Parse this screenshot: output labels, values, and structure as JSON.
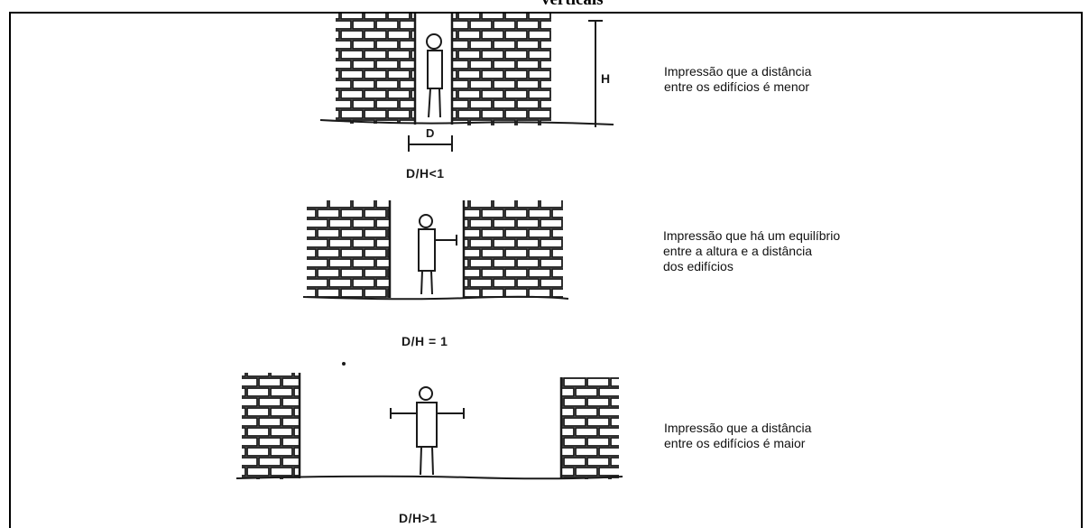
{
  "header": {
    "title": "verticais"
  },
  "panels": [
    {
      "ratio_label": "D/H<1",
      "dim_height": "H",
      "dim_width": "D",
      "caption_lines": [
        "Impressão que a distância",
        "entre os edifícios é menor"
      ]
    },
    {
      "ratio_label": "D/H = 1",
      "caption_lines": [
        "Impressão que há um equilíbrio",
        "entre a altura e a distância",
        "dos edifícios"
      ]
    },
    {
      "ratio_label": "D/H>1",
      "caption_lines": [
        "Impressão que a distância",
        "entre os edifícios é maior"
      ]
    }
  ],
  "colors": {
    "ink": "#1a1a1a",
    "border": "#000000",
    "background": "#ffffff"
  }
}
